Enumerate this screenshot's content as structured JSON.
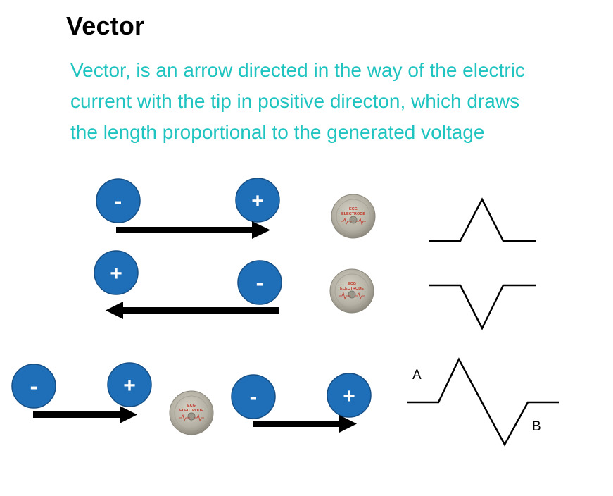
{
  "header": {
    "title": "Vector",
    "description_lines": [
      "Vector, is an arrow directed in the way of the electric",
      "current with the tip in positive directon, which draws",
      "the length proportional to the generated voltage"
    ]
  },
  "symbols": {
    "negative": "-",
    "positive": "+"
  },
  "electrode": {
    "line1": "ECG",
    "line2": "ELECTRODE"
  },
  "waveform_labels": {
    "a": "A",
    "b": "B"
  },
  "colors": {
    "title": "#000000",
    "description": "#1fc4c0",
    "charge_fill": "#1f6fb8",
    "arrow": "#000000",
    "electrode_body": "#b7b3a6",
    "electrode_text": "#c0392b"
  }
}
